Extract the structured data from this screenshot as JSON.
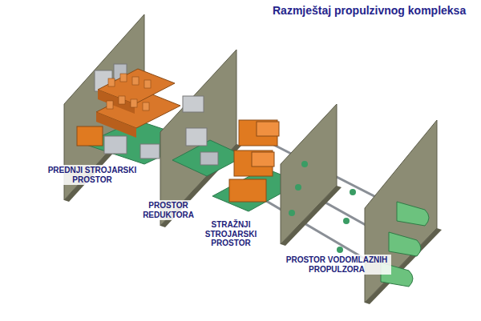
{
  "diagram": {
    "title": "Razmještaj propulzivnog kompleksa",
    "labels": [
      "PREDNJI STROJARSKI PROSTOR",
      "PROSTOR REDUKTORA",
      "STRAŽNJI STROJARSKI PROSTOR",
      "PROSTOR VODOMLAZNIH PROPULZORA"
    ]
  }
}
